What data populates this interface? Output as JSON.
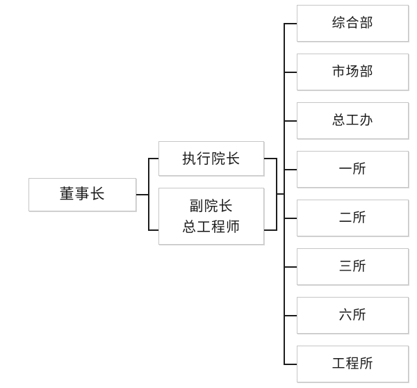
{
  "chart_data": {
    "type": "diagram",
    "diagram_type": "organization-chart",
    "orientation": "left-to-right",
    "title": "",
    "root": {
      "id": "chairman",
      "label": "董事长"
    },
    "levels": [
      {
        "level": 1,
        "nodes": [
          {
            "id": "exec-dean",
            "label": "执行院长",
            "lines": [
              "执行院长"
            ]
          },
          {
            "id": "vice-dean-chief-engineer",
            "label": "副院长 总工程师",
            "lines": [
              "副院长",
              "总工程师"
            ]
          }
        ]
      },
      {
        "level": 2,
        "nodes": [
          {
            "id": "dept-general",
            "label": "综合部"
          },
          {
            "id": "dept-market",
            "label": "市场部"
          },
          {
            "id": "dept-chief-engineer-office",
            "label": "总工办"
          },
          {
            "id": "dept-institute-1",
            "label": "一所"
          },
          {
            "id": "dept-institute-2",
            "label": "二所"
          },
          {
            "id": "dept-institute-3",
            "label": "三所"
          },
          {
            "id": "dept-institute-6",
            "label": "六所"
          },
          {
            "id": "dept-engineering",
            "label": "工程所"
          }
        ]
      }
    ],
    "edges": [
      {
        "from": "chairman",
        "to": "exec-dean"
      },
      {
        "from": "chairman",
        "to": "vice-dean-chief-engineer"
      },
      {
        "from": "exec-dean",
        "to": "dept-trunk"
      },
      {
        "from": "vice-dean-chief-engineer",
        "to": "dept-trunk"
      },
      {
        "from": "dept-trunk",
        "to": "dept-general"
      },
      {
        "from": "dept-trunk",
        "to": "dept-market"
      },
      {
        "from": "dept-trunk",
        "to": "dept-chief-engineer-office"
      },
      {
        "from": "dept-trunk",
        "to": "dept-institute-1"
      },
      {
        "from": "dept-trunk",
        "to": "dept-institute-2"
      },
      {
        "from": "dept-trunk",
        "to": "dept-institute-3"
      },
      {
        "from": "dept-trunk",
        "to": "dept-institute-6"
      },
      {
        "from": "dept-trunk",
        "to": "dept-engineering"
      }
    ],
    "colors": {
      "background": "#ffffff",
      "box_border": "#c6c6c6",
      "box_fill": "#ffffff",
      "box_shadow": "#d9d9d9",
      "connector": "#1c1c1c",
      "text": "#1a1a1a"
    }
  }
}
